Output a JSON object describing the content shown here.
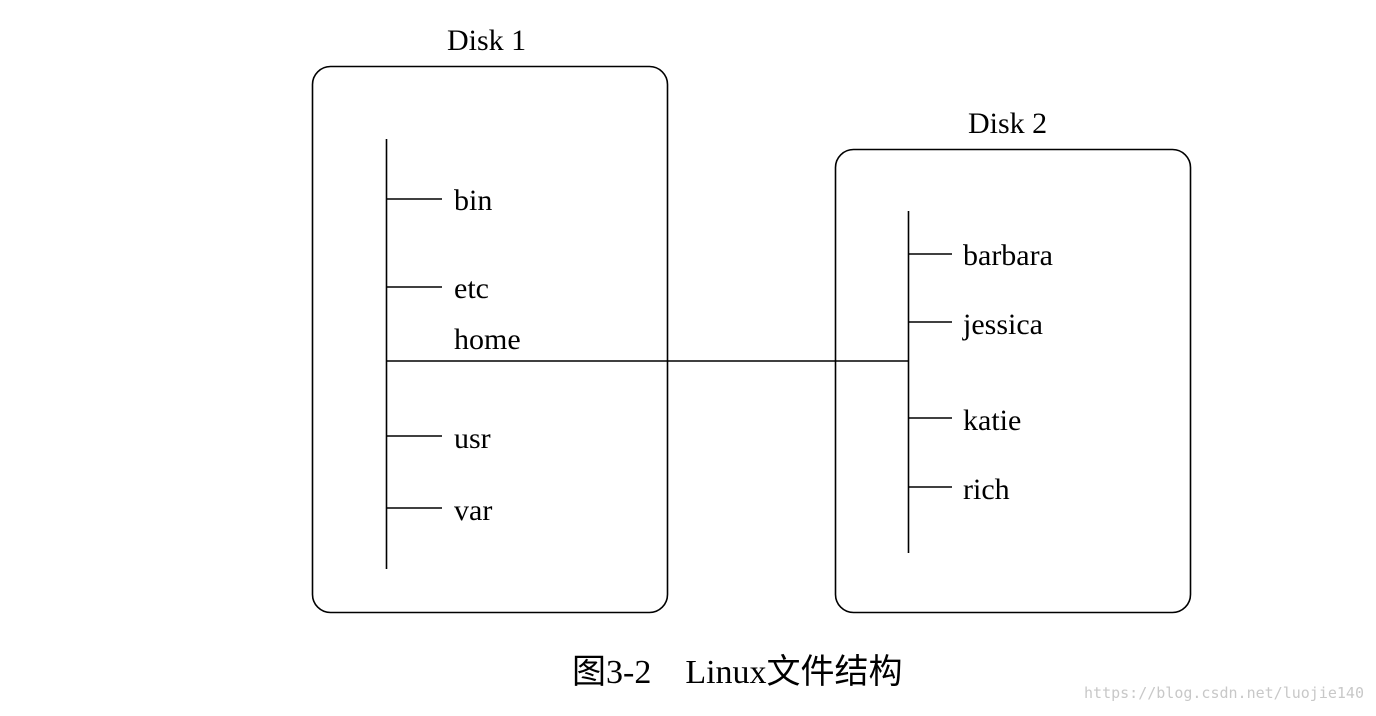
{
  "disk1": {
    "title": "Disk 1",
    "items": [
      "bin",
      "etc",
      "home",
      "usr",
      "var"
    ]
  },
  "disk2": {
    "title": "Disk 2",
    "items": [
      "barbara",
      "jessica",
      "katie",
      "rich"
    ]
  },
  "caption": {
    "figure": "图3-2",
    "text": "Linux文件结构"
  },
  "watermark": "https://blog.csdn.net/luojie140"
}
